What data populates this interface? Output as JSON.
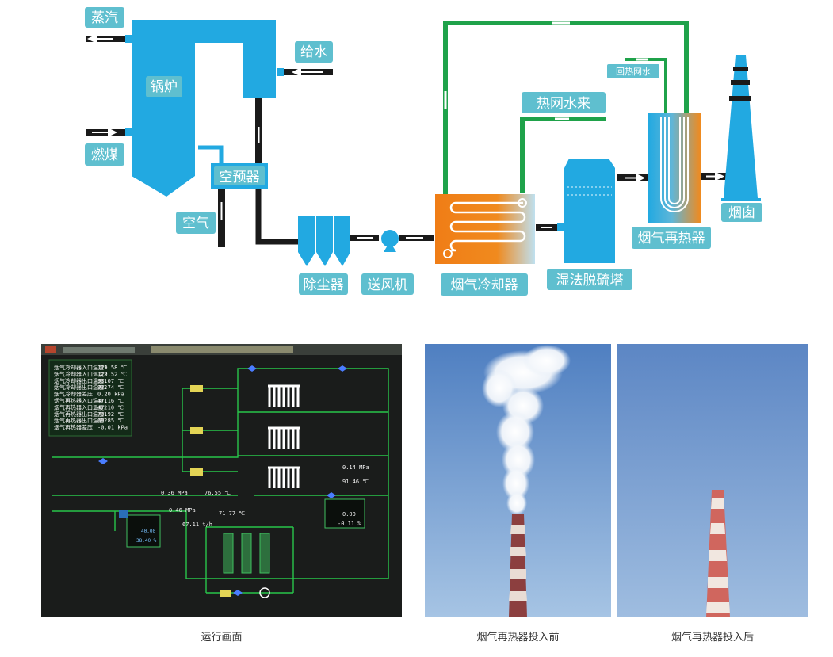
{
  "labels": {
    "steam": "蒸汽",
    "boiler": "锅炉",
    "coal": "燃煤",
    "feedwater": "给水",
    "air_preheater": "空预器",
    "air": "空气",
    "dust_collector": "除尘器",
    "blower": "送风机",
    "flue_cooler": "烟气冷却器",
    "hot_water_in": "热网水来",
    "desulfurizer": "湿法脱硫塔",
    "return_water": "回热网水",
    "reheater": "烟气再热器",
    "chimney": "烟囱"
  },
  "screen": {
    "readouts": [
      {
        "name": "烟气冷却器入口温度1",
        "value": "129.58 ℃"
      },
      {
        "name": "烟气冷却器入口温度2",
        "value": "129.52 ℃"
      },
      {
        "name": "烟气冷却器出口温度1",
        "value": "93.07 ℃"
      },
      {
        "name": "烟气冷却器出口温度2",
        "value": "93.74 ℃"
      },
      {
        "name": "烟气冷却器差压",
        "value": "0.20 kPa"
      },
      {
        "name": "烟气再热器入口温度1",
        "value": "47.16 ℃"
      },
      {
        "name": "烟气再热器入口温度2",
        "value": "47.10 ℃"
      },
      {
        "name": "烟气再热器出口温度1",
        "value": "73.92 ℃"
      },
      {
        "name": "烟气再热器出口温度2",
        "value": "69.85 ℃"
      },
      {
        "name": "烟气再热器差压",
        "value": "-0.01 kPa"
      }
    ],
    "values": {
      "p1": "0.14 MPa",
      "t1": "91.46 ℃",
      "p2": "0.36 MPa",
      "t2": "76.55 ℃",
      "p3": "0.46 MPa",
      "t3": "71.77 ℃",
      "flow": "67.11 t/h",
      "ctrl1_a": "40.00",
      "ctrl1_b": "38.40 %",
      "ctrl2_a": "0.00",
      "ctrl2_b": "-0.11 %"
    }
  },
  "captions": {
    "screen": "运行画面",
    "before": "烟气再热器投入前",
    "after": "烟气再热器投入后"
  },
  "colors": {
    "equipment": "#22a9e1",
    "label_bg": "#5fbfcf",
    "pipe_green": "#1fa24a",
    "pipe_dark": "#1a1a1a",
    "hot": "#f07d16",
    "sky": "#7fa6d4"
  }
}
